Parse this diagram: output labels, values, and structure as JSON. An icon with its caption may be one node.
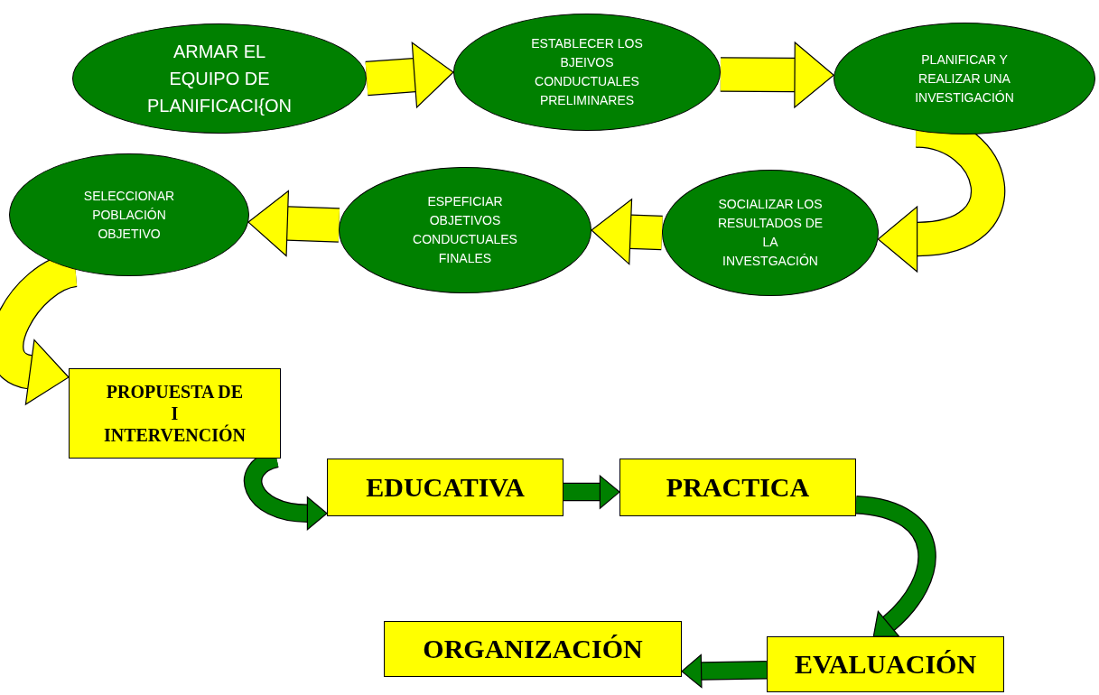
{
  "diagram": {
    "nodes": [
      {
        "text": [
          "ARMAR EL EQUIPO DE PLANIFICACI{ON"
        ]
      },
      {
        "text": [
          "ESTABLECER LOS BJEIVOS CONDUCTUALES PRELIMINARES"
        ]
      },
      {
        "text": [
          "PLANIFICAR Y REALIZAR UNA INVESTIGACIÓN"
        ]
      },
      {
        "text": [
          "SOCIALIZAR LOS RESULTADOS DE LA INVESTGACIÓN"
        ]
      },
      {
        "text": [
          "ESPEFICIAR OBJETIVOS CONDUCTUALES FINALES"
        ]
      },
      {
        "text": [
          "SELECCIONAR POBLACIÓN OBJETIVO"
        ]
      },
      {
        "text": [
          "PROPUESTA DE I INTERVENCIÓN"
        ]
      },
      {
        "text": [
          "EDUCATIVA"
        ]
      },
      {
        "text": [
          "PRACTICA"
        ]
      },
      {
        "text": [
          "EVALUACIÓN"
        ]
      },
      {
        "text": [
          "ORGANIZACIÓN"
        ]
      }
    ],
    "edges": [
      {
        "from": 0,
        "to": 1,
        "arrow": "to"
      },
      {
        "from": 1,
        "to": 2,
        "arrow": "to"
      },
      {
        "from": 2,
        "to": 3,
        "arrow": "to"
      },
      {
        "from": 3,
        "to": 4,
        "arrow": "to"
      },
      {
        "from": 4,
        "to": 5,
        "arrow": "to"
      },
      {
        "from": 5,
        "to": 6,
        "arrow": "to"
      },
      {
        "from": 6,
        "to": 7,
        "arrow": "to",
        "color": "#008000"
      },
      {
        "from": 7,
        "to": 8,
        "arrow": "to",
        "color": "#008000"
      },
      {
        "from": 8,
        "to": 9,
        "arrow": "to",
        "color": "#008000"
      },
      {
        "from": 9,
        "to": 10,
        "arrow": "to",
        "color": "#008000"
      }
    ]
  }
}
